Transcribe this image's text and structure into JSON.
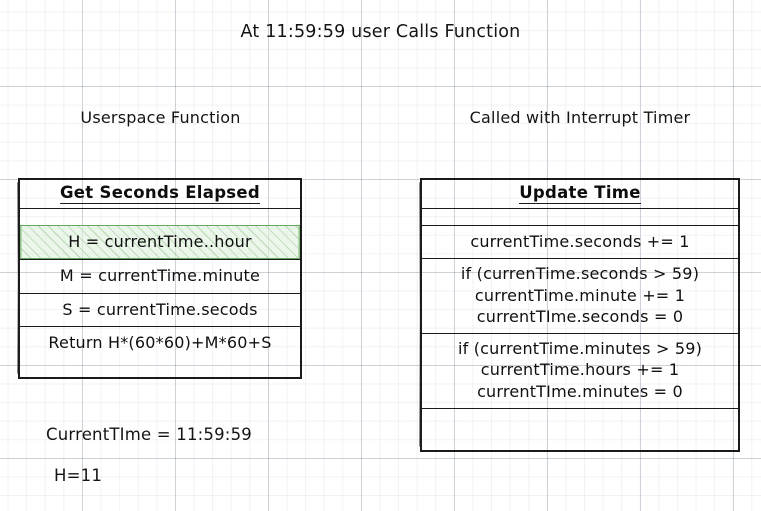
{
  "page": {
    "title": "At 11:59:59 user Calls Function",
    "accent_green": "#63a85a",
    "ink": "#101010",
    "paper": "#ffffff"
  },
  "columns": {
    "left_label": "Userspace Function",
    "right_label": "Called with Interrupt Timer"
  },
  "left_flowchart": {
    "header": "Get Seconds Elapsed",
    "rows": [
      {
        "text": "",
        "spacer": true,
        "highlight": false
      },
      {
        "text": "H = currentTime..hour",
        "spacer": false,
        "highlight": true
      },
      {
        "text": "M = currentTime.minute",
        "spacer": false,
        "highlight": false
      },
      {
        "text": "S = currentTime.secods",
        "spacer": false,
        "highlight": false
      },
      {
        "text": "Return H*(60*60)+M*60+S",
        "spacer": false,
        "highlight": false
      }
    ]
  },
  "right_flowchart": {
    "header": "Update Time",
    "rows": [
      {
        "lines": [
          ""
        ],
        "spacer": true,
        "highlight": false
      },
      {
        "lines": [
          "currentTime.seconds += 1"
        ],
        "spacer": false,
        "highlight": false
      },
      {
        "lines": [
          "if (currenTime.seconds > 59)",
          "currentTime.minute += 1",
          "currentTIme.seconds = 0"
        ],
        "spacer": false,
        "highlight": false
      },
      {
        "lines": [
          "if (currentTime.minutes > 59)",
          "currentTime.hours += 1",
          "currentTIme.minutes = 0"
        ],
        "spacer": false,
        "highlight": false
      },
      {
        "lines": [
          ""
        ],
        "spacer": true,
        "highlight": false
      }
    ]
  },
  "annotations": {
    "current_time": "CurrentTIme = 11:59:59",
    "h_value": "H=11"
  }
}
